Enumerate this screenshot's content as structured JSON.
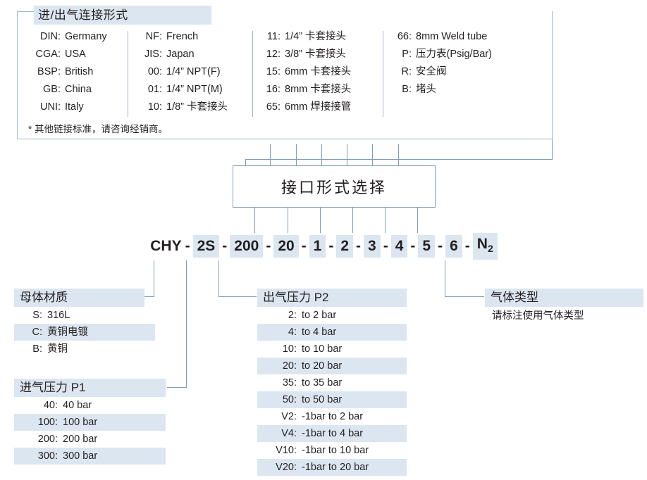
{
  "connection_form": {
    "title": "进/出气连接形式",
    "columns": [
      [
        {
          "code": "DIN",
          "desc": "Germany"
        },
        {
          "code": "CGA",
          "desc": "USA"
        },
        {
          "code": "BSP",
          "desc": "British"
        },
        {
          "code": "GB",
          "desc": "China"
        },
        {
          "code": "UNI",
          "desc": "Italy"
        }
      ],
      [
        {
          "code": "NF",
          "desc": "French"
        },
        {
          "code": "JIS",
          "desc": "Japan"
        },
        {
          "code": "00",
          "desc": "1/4” NPT(F)"
        },
        {
          "code": "01",
          "desc": "1/4” NPT(M)"
        },
        {
          "code": "10",
          "desc": "1/8” 卡套接头"
        }
      ],
      [
        {
          "code": "11",
          "desc": "1/4” 卡套接头"
        },
        {
          "code": "12",
          "desc": "3/8” 卡套接头"
        },
        {
          "code": "15",
          "desc": "6mm 卡套接头"
        },
        {
          "code": "16",
          "desc": "8mm 卡套接头"
        },
        {
          "code": "65",
          "desc": "6mm 焊接接管"
        }
      ],
      [
        {
          "code": "66",
          "desc": "8mm Weld tube"
        },
        {
          "code": "P",
          "desc": "压力表(Psig/Bar)"
        },
        {
          "code": "R",
          "desc": "安全阀"
        },
        {
          "code": "B",
          "desc": "堵头"
        }
      ]
    ],
    "note": "* 其他链接标准，请咨询经销商。"
  },
  "centre_box": {
    "label": "接口形式选择"
  },
  "part_code": {
    "tokens": [
      {
        "text": "CHY",
        "highlight": false
      },
      {
        "text": "-",
        "dash": true
      },
      {
        "text": "2S",
        "highlight": true
      },
      {
        "text": "-",
        "dash": true
      },
      {
        "text": "200",
        "highlight": true
      },
      {
        "text": "-",
        "dash": true
      },
      {
        "text": "20",
        "highlight": true
      },
      {
        "text": "-",
        "dash": true
      },
      {
        "text": "1",
        "highlight": true
      },
      {
        "text": "-",
        "dash": true
      },
      {
        "text": "2",
        "highlight": true
      },
      {
        "text": "-",
        "dash": true
      },
      {
        "text": "3",
        "highlight": true
      },
      {
        "text": "-",
        "dash": true
      },
      {
        "text": "4",
        "highlight": true
      },
      {
        "text": "-",
        "dash": true
      },
      {
        "text": "5",
        "highlight": true
      },
      {
        "text": "-",
        "dash": true
      },
      {
        "text": "6",
        "highlight": true
      },
      {
        "text": "-",
        "dash": true
      },
      {
        "text": "N2",
        "highlight": true,
        "sub": "2",
        "base": "N"
      }
    ]
  },
  "body_material": {
    "title": "母体材质",
    "rows": [
      {
        "code": "S",
        "desc": "316L"
      },
      {
        "code": "C",
        "desc": "黄铜电镀"
      },
      {
        "code": "B",
        "desc": "黄铜"
      }
    ]
  },
  "inlet_pressure": {
    "title": "进气压力 P1",
    "rows": [
      {
        "code": "40",
        "desc": "40 bar"
      },
      {
        "code": "100",
        "desc": "100 bar"
      },
      {
        "code": "200",
        "desc": "200 bar"
      },
      {
        "code": "300",
        "desc": "300 bar"
      }
    ]
  },
  "outlet_pressure": {
    "title": "出气压力 P2",
    "rows": [
      {
        "code": "2",
        "desc": "to 2 bar"
      },
      {
        "code": "4",
        "desc": "to 4 bar"
      },
      {
        "code": "10",
        "desc": "to 10 bar"
      },
      {
        "code": "20",
        "desc": "to 20 bar"
      },
      {
        "code": "35",
        "desc": "to 35 bar"
      },
      {
        "code": "50",
        "desc": "to 50 bar"
      },
      {
        "code": "V2",
        "desc": "-1bar to 2 bar"
      },
      {
        "code": "V4",
        "desc": "-1bar to 4 bar"
      },
      {
        "code": "V10",
        "desc": "-1bar to 10 bar"
      },
      {
        "code": "V20",
        "desc": "-1bar to 20 bar"
      }
    ]
  },
  "gas_type": {
    "title": "气体类型",
    "note": "请标注使用气体类型"
  },
  "colors": {
    "highlight": "#dce6f1",
    "rule": "#7f9db9",
    "divider": "#9fb6cd",
    "text": "#231f20"
  }
}
